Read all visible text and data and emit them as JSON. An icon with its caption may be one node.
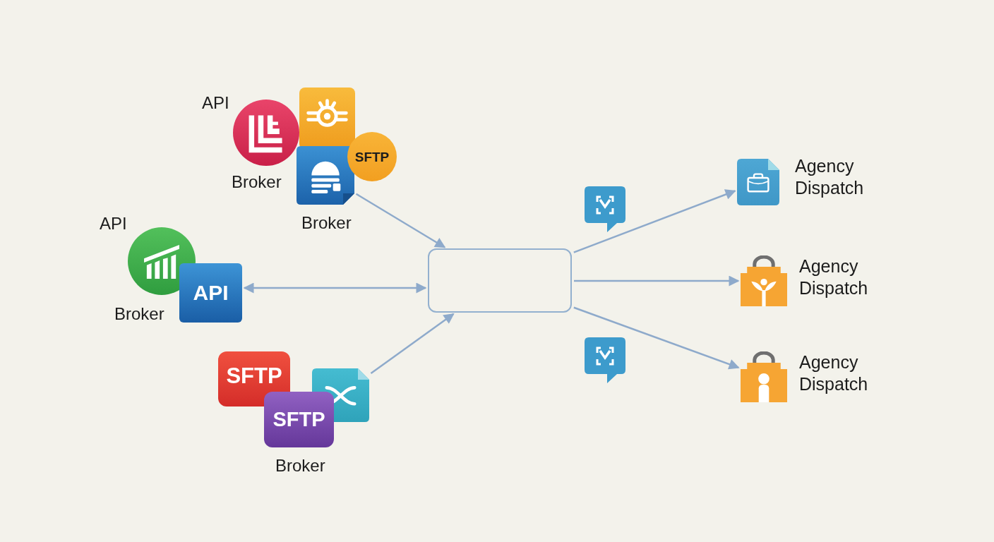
{
  "diagram": {
    "nodes": [
      {
        "text": [],
        "shape": "circle",
        "beside": [
          "API",
          "Broker"
        ]
      },
      {
        "text": [],
        "shape": "box"
      },
      {
        "text": [
          "SFTP"
        ]
      },
      {
        "text": [],
        "shape": "box",
        "beside": [
          "Broker"
        ]
      },
      {
        "text": [],
        "shape": "circle",
        "beside": [
          "API",
          "Broker"
        ]
      },
      {
        "text": [
          "API"
        ]
      },
      {
        "text": [
          "SFTP"
        ]
      },
      {
        "text": [],
        "shape": "box"
      },
      {
        "text": [
          "SFTP"
        ],
        "beside": [
          "Broker"
        ]
      },
      {
        "text": [],
        "shape": "box"
      },
      {
        "text": [],
        "shape": "box",
        "beside": [
          "Agency Dispatch"
        ]
      },
      {
        "text": [],
        "shape": "bag",
        "beside": [
          "Agency Dispatch"
        ]
      },
      {
        "text": [],
        "shape": "bag",
        "beside": [
          "Agency Dispatch"
        ]
      }
    ],
    "edges": [
      {
        "from": 3,
        "to": 9,
        "arrow": "to"
      },
      {
        "from": 5,
        "to": 9,
        "arrow": "both"
      },
      {
        "from": 7,
        "to": 9,
        "arrow": "to"
      },
      {
        "from": 9,
        "to": 10,
        "arrow": "to"
      },
      {
        "from": 9,
        "to": 11,
        "arrow": "to"
      },
      {
        "from": 9,
        "to": 12,
        "arrow": "to"
      }
    ]
  }
}
